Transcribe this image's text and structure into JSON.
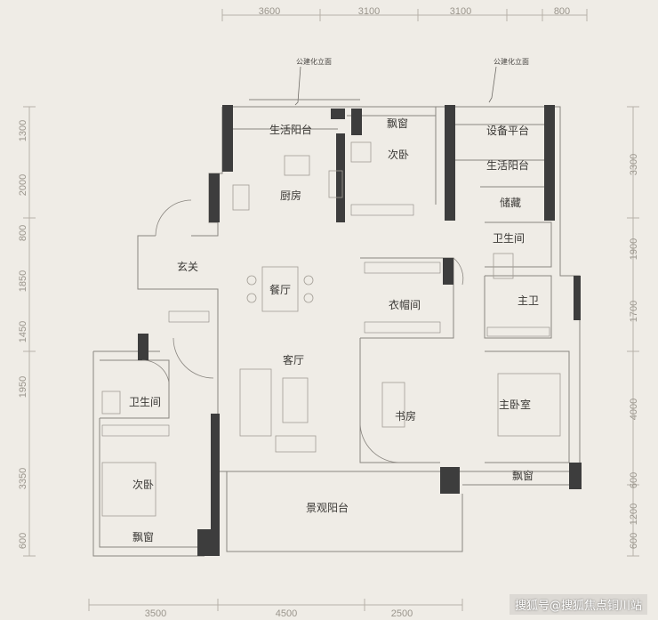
{
  "dimensions": {
    "top": [
      "3600",
      "3100",
      "3100",
      "800"
    ],
    "bottom": [
      "3500",
      "4500",
      "2500"
    ],
    "left": [
      "1300",
      "2000",
      "800",
      "1850",
      "1450",
      "1950",
      "3350",
      "600"
    ],
    "right": [
      "3300",
      "1900",
      "1700",
      "4000",
      "600",
      "1200",
      "600"
    ]
  },
  "notes": {
    "facade_left": "公建化立面",
    "facade_right": "公建化立面"
  },
  "rooms": {
    "living_balcony_1": "生活阳台",
    "bay_window_top": "飘窗",
    "bedroom_top": "次卧",
    "equipment_platform": "设备平台",
    "living_balcony_2": "生活阳台",
    "kitchen": "厨房",
    "storage": "储藏",
    "entrance": "玄关",
    "dining": "餐厅",
    "bath_small": "卫生间",
    "master_bath": "主卫",
    "cloakroom": "衣帽间",
    "living": "客厅",
    "bath_left": "卫生间",
    "study": "书房",
    "master_bedroom": "主卧室",
    "bay_window_right": "飘窗",
    "bedroom_left": "次卧",
    "landscape_balcony": "景观阳台",
    "bay_window_left": "飘窗"
  },
  "watermark": "搜狐号@搜狐焦点铜川站",
  "colors": {
    "background": "#efece6",
    "wall": "#3d3d3d",
    "thin_line": "#8a8680",
    "dimension": "#9a958c"
  }
}
